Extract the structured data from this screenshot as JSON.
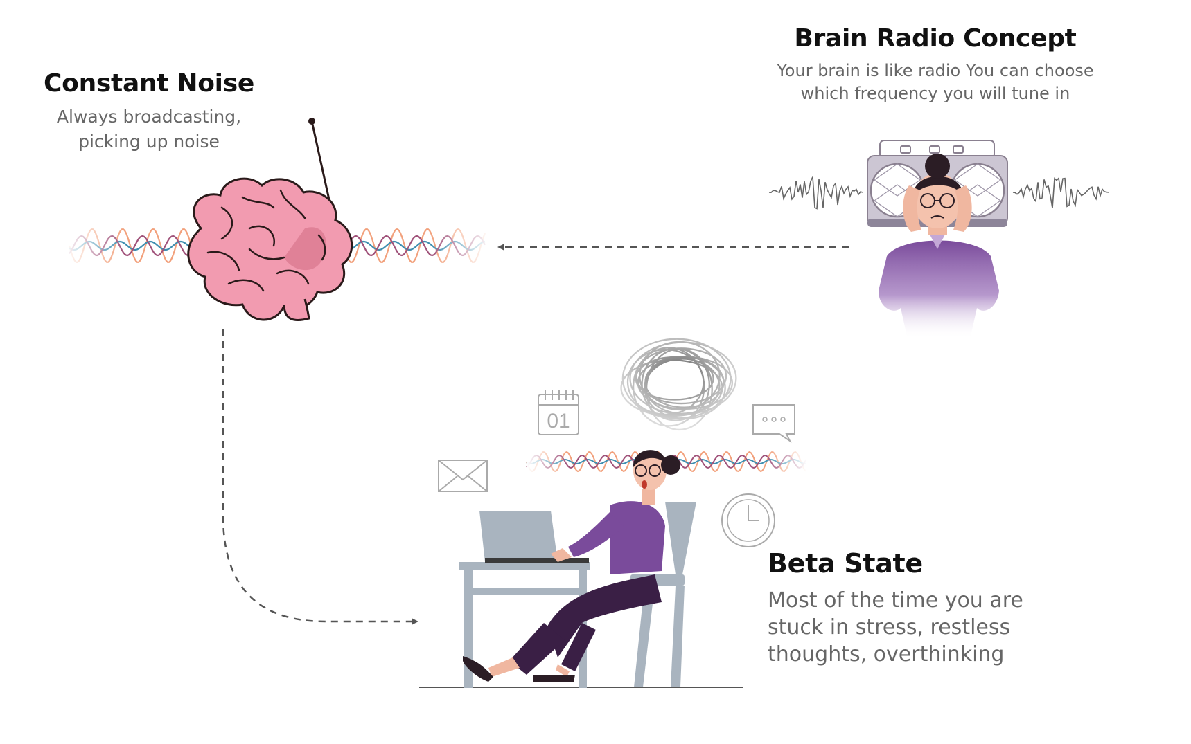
{
  "nodes": {
    "constant_noise": {
      "title": "Constant Noise",
      "description": "Always broadcasting,\npicking up noise",
      "illustration": "brain-with-antenna-icon"
    },
    "brain_radio": {
      "title": "Brain Radio Concept",
      "description": "Your brain is like radio You can choose\nwhich frequency you will tune in",
      "illustration": "woman-with-boombox-icon"
    },
    "beta_state": {
      "title": "Beta State",
      "description": "Most of the time you are\nstuck in stress, restless\nthoughts, overthinking",
      "illustration": "stressed-woman-at-laptop-icon"
    }
  },
  "edges": [
    {
      "from": "brain_radio",
      "to": "constant_noise",
      "style": "dashed"
    },
    {
      "from": "constant_noise",
      "to": "beta_state",
      "style": "dashed"
    }
  ],
  "illustration_text": {
    "calendar_number": "01"
  },
  "colors": {
    "brain": "#f29bb0",
    "brain_outline": "#2a1a1a",
    "purple": "#7a4b9b",
    "dark_purple": "#3a1f45",
    "wave_orange": "#f2a07b",
    "wave_teal": "#3f8fb0",
    "wave_plum": "#a0527a",
    "connector": "#555555"
  }
}
